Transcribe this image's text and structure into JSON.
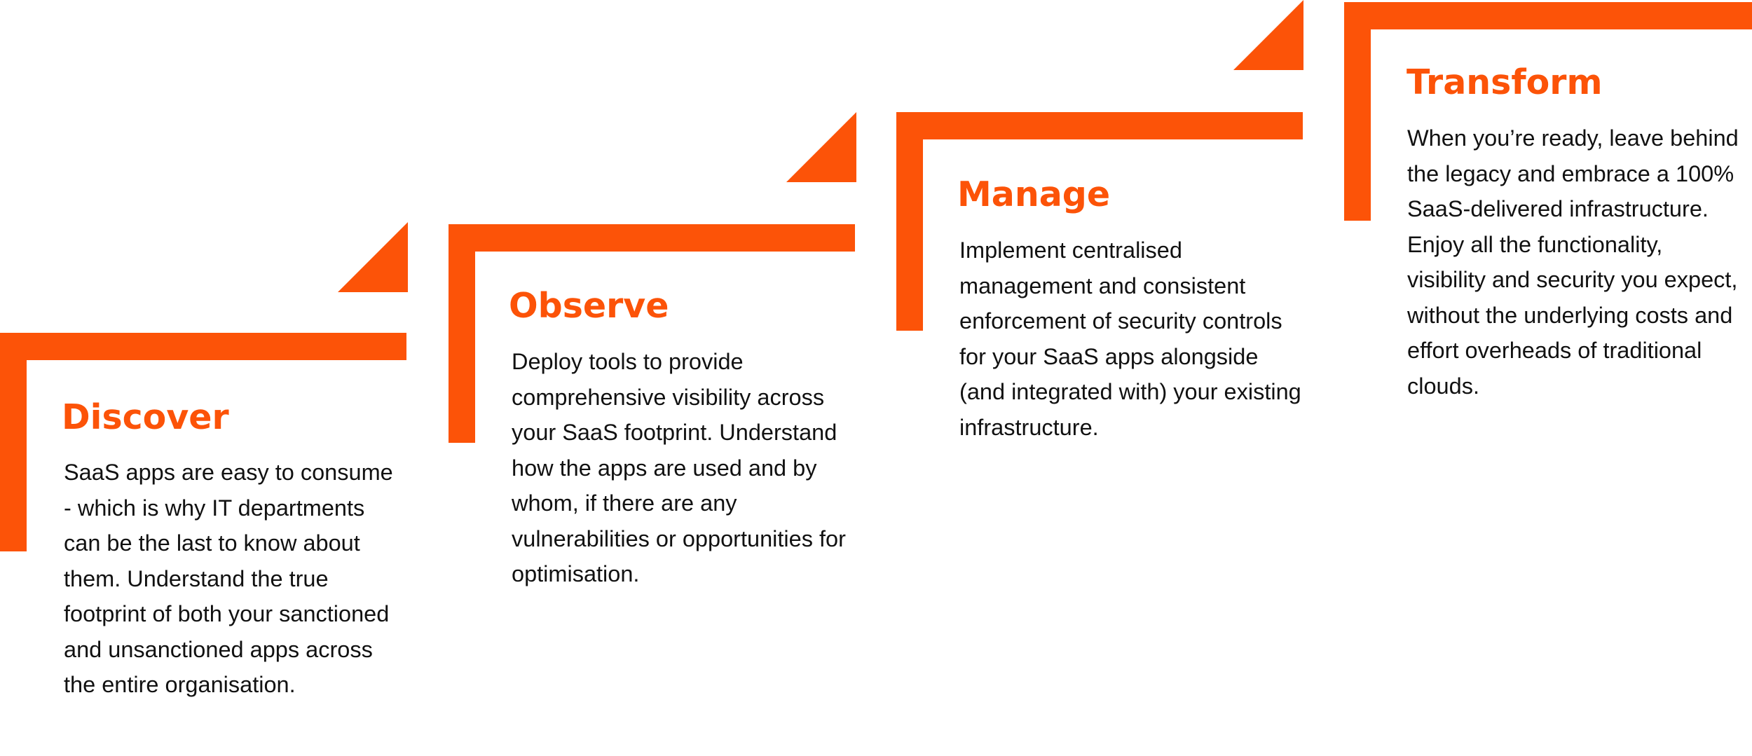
{
  "colors": {
    "accent": "#fc5308",
    "text": "#111111",
    "background": "#ffffff"
  },
  "steps": [
    {
      "title": "Discover",
      "description": "SaaS apps are easy to consume - which is why IT departments can be the last to know about them. Understand the true footprint of both your sanctioned and unsanctioned apps across the entire organisation."
    },
    {
      "title": "Observe",
      "description": "Deploy tools to provide comprehensive visibility across your SaaS footprint. Understand how the apps are used and by whom, if there are any vulnerabilities or opportunities for optimisation."
    },
    {
      "title": "Manage",
      "description": "Implement centralised management and consistent enforcement of security controls for your SaaS apps alongside (and integrated with) your existing infrastructure."
    },
    {
      "title": "Transform",
      "description": "When you’re ready, leave behind the legacy and embrace a 100% SaaS-delivered infrastructure. Enjoy all the functionality, visibility and security you expect, without the underlying costs and effort overheads of traditional clouds."
    }
  ]
}
